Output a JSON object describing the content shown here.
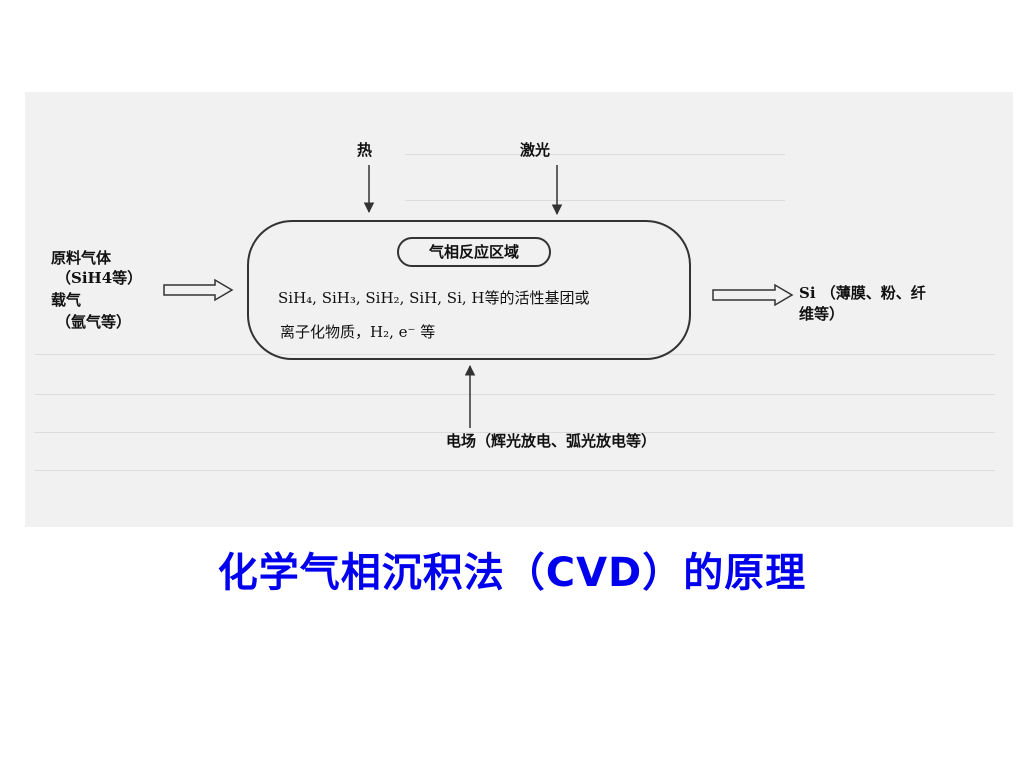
{
  "diagram": {
    "top_input_1": "热",
    "top_input_2": "激光",
    "reaction_zone": "气相反应区域",
    "species_line1": "SiH₄, SiH₃, SiH₂, SiH, Si, H等的活性基团或",
    "species_line2": "离子化物质，H₂, e⁻ 等",
    "left_input_1a": "原料气体",
    "left_input_1b": "（SiH4等）",
    "left_input_2a": "载气",
    "left_input_2b": "（氩气等）",
    "output_a": "Si （薄膜、粉、纤",
    "output_b": "维等）",
    "bottom_input": "电场（辉光放电、弧光放电等）"
  },
  "slide": {
    "title": "化学气相沉积法（CVD）的原理",
    "title_color": "#0000ee"
  }
}
